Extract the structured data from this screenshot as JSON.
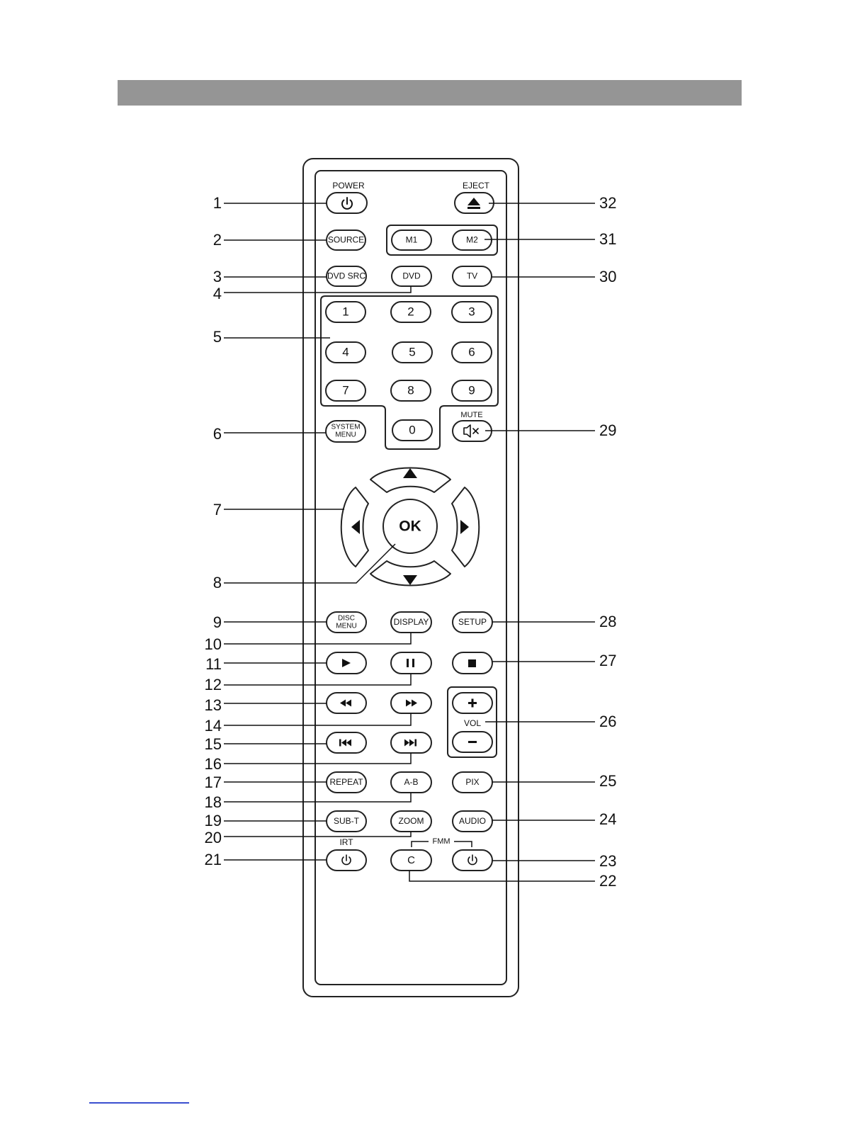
{
  "labels": {
    "power": "POWER",
    "eject": "EJECT",
    "source": "SOURCE",
    "m1": "M1",
    "m2": "M2",
    "dvd_src": "DVD SRC",
    "dvd": "DVD",
    "tv": "TV",
    "num1": "1",
    "num2": "2",
    "num3": "3",
    "num4": "4",
    "num5": "5",
    "num6": "6",
    "num7": "7",
    "num8": "8",
    "num9": "9",
    "num0": "0",
    "system_1": "SYSTEM",
    "system_2": "MENU",
    "mute": "MUTE",
    "ok": "OK",
    "disc_1": "DISC",
    "disc_2": "MENU",
    "display": "DISPLAY",
    "setup": "SETUP",
    "vol": "VOL",
    "repeat": "REPEAT",
    "ab": "A-B",
    "pix": "PIX",
    "subt": "SUB-T",
    "zoom": "ZOOM",
    "audio": "AUDIO",
    "irt": "IRT",
    "fmm": "FMM",
    "c": "C"
  },
  "callouts": {
    "n1": "1",
    "n2": "2",
    "n3": "3",
    "n4": "4",
    "n5": "5",
    "n6": "6",
    "n7": "7",
    "n8": "8",
    "n9": "9",
    "n10": "10",
    "n11": "11",
    "n12": "12",
    "n13": "13",
    "n14": "14",
    "n15": "15",
    "n16": "16",
    "n17": "17",
    "n18": "18",
    "n19": "19",
    "n20": "20",
    "n21": "21",
    "n22": "22",
    "n23": "23",
    "n24": "24",
    "n25": "25",
    "n26": "26",
    "n27": "27",
    "n28": "28",
    "n29": "29",
    "n30": "30",
    "n31": "31",
    "n32": "32"
  },
  "colors": {
    "header_bar": "#959595",
    "bottom_link_line": "#3a4fd0"
  }
}
